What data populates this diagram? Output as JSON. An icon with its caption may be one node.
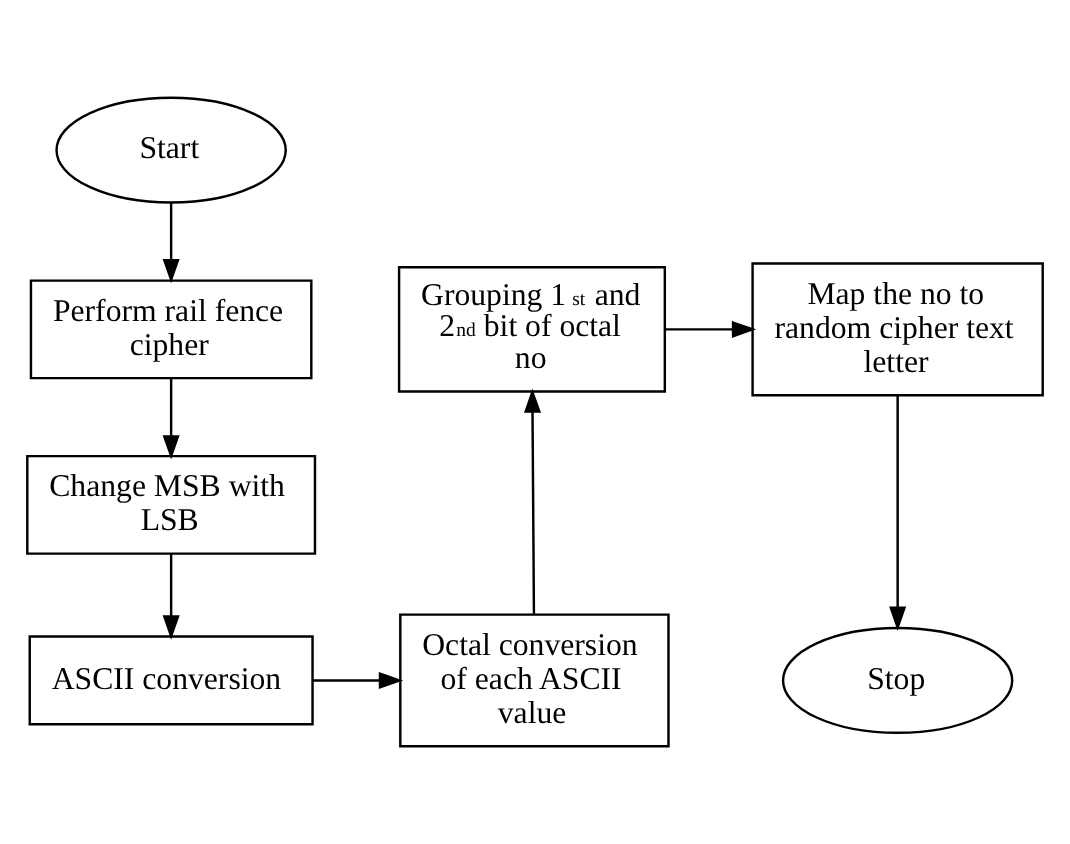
{
  "diagram": {
    "nodes": [
      {
        "text": [
          "Start"
        ]
      },
      {
        "text": [
          "Perform rail fence cipher"
        ]
      },
      {
        "text": [
          "Change MSB with LSB"
        ]
      },
      {
        "text": [
          "ASCII conversion"
        ]
      },
      {
        "text": [
          "Octal conversion of each ASCII value"
        ]
      },
      {
        "text": [
          "Grouping 1$^{st}$ and 2$^{nd}$ bit of octal no"
        ]
      },
      {
        "text": [
          "Map the no to random cipher text letter"
        ]
      },
      {
        "text": [
          "Stop"
        ]
      }
    ],
    "edges": [
      {
        "from": 0,
        "to": 1,
        "arrow": "to"
      },
      {
        "from": 1,
        "to": 2,
        "arrow": "to"
      },
      {
        "from": 2,
        "to": 3,
        "arrow": "to"
      },
      {
        "from": 3,
        "to": 4,
        "arrow": "to"
      },
      {
        "from": 4,
        "to": 5,
        "arrow": "to"
      },
      {
        "from": 5,
        "to": 6,
        "arrow": "to"
      },
      {
        "from": 6,
        "to": 7,
        "arrow": "to"
      }
    ]
  }
}
